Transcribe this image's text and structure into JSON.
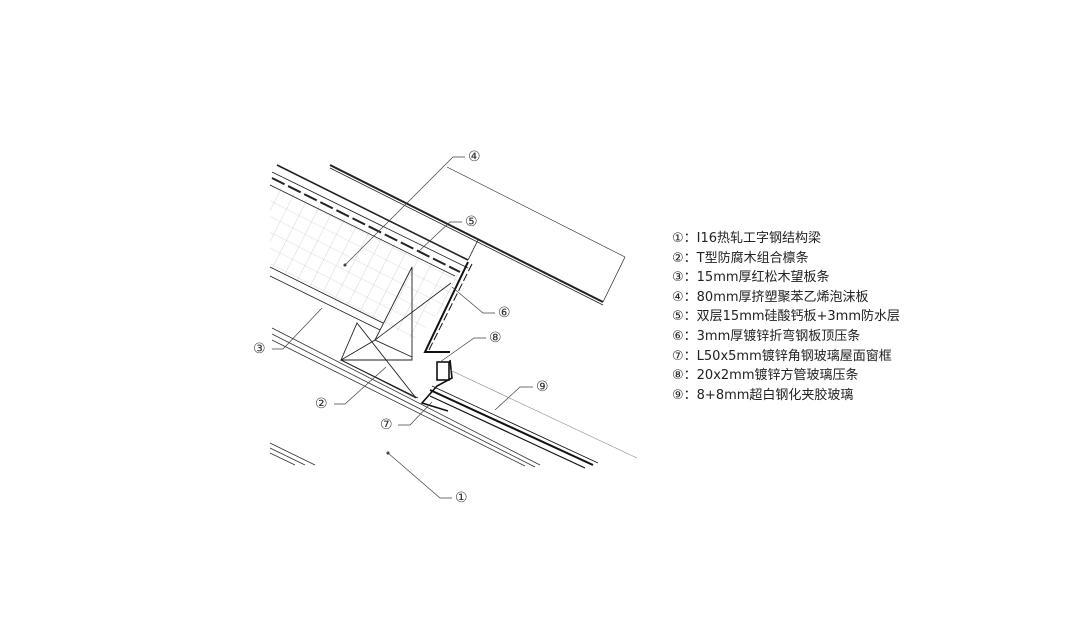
{
  "callouts": {
    "c1": "①",
    "c2": "②",
    "c3": "③",
    "c4": "④",
    "c5": "⑤",
    "c6": "⑥",
    "c7": "⑦",
    "c8": "⑧",
    "c9": "⑨"
  },
  "legend": [
    "①：I16热轧工字钢结构梁",
    "②：T型防腐木组合檩条",
    "③：15mm厚红松木望板条",
    "④：80mm厚挤塑聚苯乙烯泡沫板",
    "⑤：双层15mm硅酸钙板+3mm防水层",
    "⑥：3mm厚镀锌折弯钢板顶压条",
    "⑦：L50x5mm镀锌角钢玻璃屋面窗框",
    "⑧：20x2mm镀锌方管玻璃压条",
    "⑨：8+8mm超白钢化夹胶玻璃"
  ]
}
